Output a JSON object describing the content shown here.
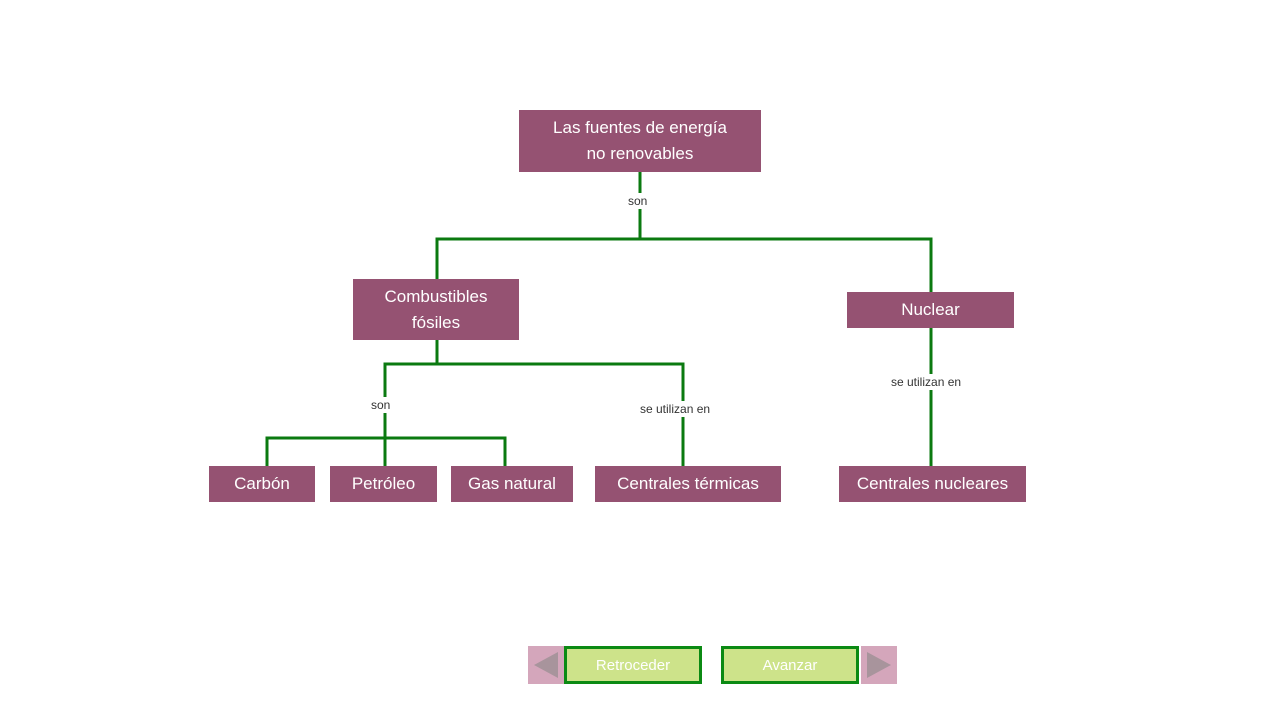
{
  "diagram": {
    "root": "Las fuentes de energía\nno renovables",
    "level1": {
      "fossil": "Combustibles\nfósiles",
      "nuclear": "Nuclear"
    },
    "leaves": {
      "carbon": "Carbón",
      "petroleo": "Petróleo",
      "gas": "Gas natural",
      "termicas": "Centrales térmicas",
      "nucleares": "Centrales nucleares"
    },
    "links": {
      "root_son": "son",
      "fossil_son": "son",
      "fossil_use": "se utilizan en",
      "nuclear_use": "se utilizan en"
    }
  },
  "nav": {
    "back_label": "Retroceder",
    "next_label": "Avanzar",
    "back_icon": "left-triangle-icon",
    "next_icon": "right-triangle-icon"
  },
  "colors": {
    "node_fill": "#955272",
    "connector": "#0b7a10",
    "button_fill": "#cde38a",
    "button_border": "#0b8a13",
    "arrow_box": "#d4a6bb"
  }
}
